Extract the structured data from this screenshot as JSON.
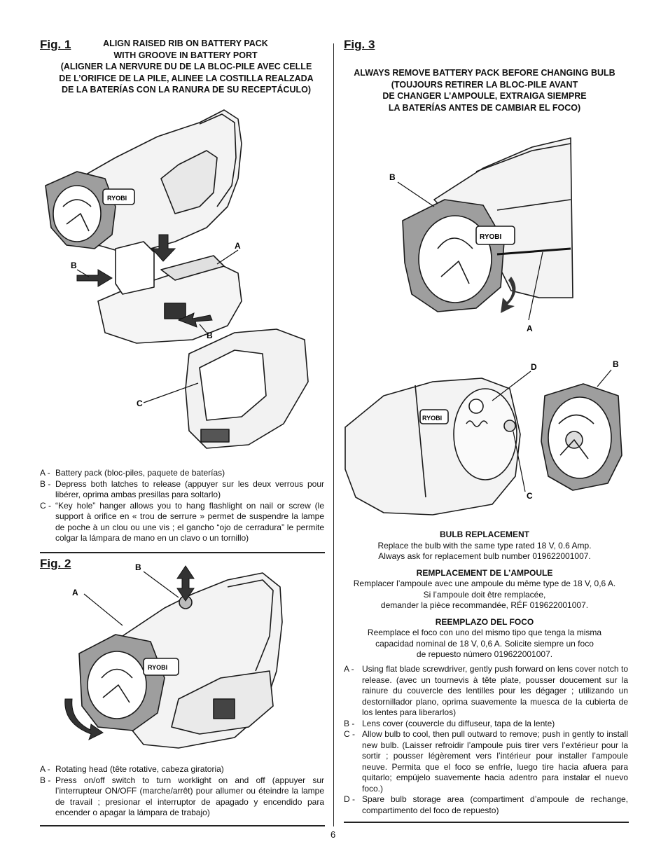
{
  "fig1": {
    "label": "Fig. 1",
    "heading_en_1": "ALIGN RAISED RIB ON BATTERY PACK",
    "heading_en_2": "WITH GROOVE IN BATTERY PORT",
    "heading_fr_es_1": "(ALIGNER LA NERVURE DU DE LA BLOC-PILE AVEC CELLE",
    "heading_fr_es_2": "DE L’ORIFICE DE LA PILE, ALINEE LA COSTILLA REALZADA",
    "heading_fr_es_3": "DE LA BATERÍAS CON LA RANURA DE SU RECEPTÁCULO)",
    "callouts": [
      "A",
      "B",
      "B",
      "C"
    ],
    "brand": "RYOBI",
    "items": [
      {
        "key": "A -",
        "text": "Battery pack (bloc-piles, paquete de baterías)"
      },
      {
        "key": "B -",
        "text": "Depress both latches to release (appuyer sur les deux verrous pour libérer, oprima ambas presillas para soltarlo)"
      },
      {
        "key": "C -",
        "text": "“Key hole” hanger allows you to hang flashlight on nail or screw (le support à orifice en « trou de serrure » permet de suspendre la lampe de poche à un clou ou une vis ; el gancho “ojo de cerradura” le permite colgar la lámpara de mano en un clavo o un tornillo)"
      }
    ]
  },
  "fig2": {
    "label": "Fig. 2",
    "callouts": [
      "A",
      "B"
    ],
    "brand": "RYOBI",
    "items": [
      {
        "key": "A -",
        "text": "Rotating head (tête rotative, cabeza giratoria)"
      },
      {
        "key": "B -",
        "text": "Press on/off switch to turn worklight on and off (appuyer sur l’interrupteur ON/OFF (marche/arrêt) pour allumer ou éteindre la lampe de travail ; presionar el interruptor de apagado y encendido para encender o apagar la lámpara de trabajo)"
      }
    ]
  },
  "fig3": {
    "label": "Fig. 3",
    "heading_1": "ALWAYS REMOVE BATTERY PACK BEFORE CHANGING BULB",
    "heading_2": "(TOUJOURS RETIRER LA BLOC-PILE AVANT",
    "heading_3": "DE CHANGER L’AMPOULE, EXTRAIGA SIEMPRE",
    "heading_4": "LA BATERÍAS ANTES DE CAMBIAR EL FOCO)",
    "callouts_top": [
      "B",
      "A"
    ],
    "callouts_bottom": [
      "D",
      "B",
      "C"
    ],
    "brand": "RYOBI",
    "bulb_en_title": "BULB REPLACEMENT",
    "bulb_en_1": "Replace the bulb with the same type rated 18 V, 0.6 Amp.",
    "bulb_en_2": "Always ask for replacement bulb number 019622001007.",
    "bulb_fr_title": "REMPLACEMENT DE L’AMPOULE",
    "bulb_fr_1": "Remplacer l’ampoule avec une ampoule du même  type de 18 V, 0,6 A.",
    "bulb_fr_2": "Si l’ampoule doit être remplacée,",
    "bulb_fr_3": "demander la pièce recommandée, RÉF 019622001007.",
    "bulb_es_title": "REEMPLAZO DEL FOCO",
    "bulb_es_1": "Reemplace el foco con uno del mismo tipo que tenga la misma",
    "bulb_es_2": "capacidad nominal de 18 V, 0,6 A. Solicite siempre un foco",
    "bulb_es_3": "de repuesto número 019622001007.",
    "items": [
      {
        "key": "A -",
        "text": "Using flat blade screwdriver, gently push forward on lens cover notch to release. (avec un tournevis à tête plate, pousser doucement sur la rainure du couvercle des lentilles pour les dégager ; utilizando un destornillador plano, oprima suavemente la muesca de la cubierta de los lentes para liberarlos)"
      },
      {
        "key": "B -",
        "text": "Lens cover (couvercle du diffuseur, tapa de la lente)"
      },
      {
        "key": "C -",
        "text": "Allow bulb to cool, then pull outward to remove; push in gently to install new bulb. (Laisser refroidir l’ampoule puis tirer vers l’extérieur pour la sortir ; pousser légèrement vers l’intérieur pour installer l’ampoule neuve. Permita que el foco se enfríe, luego tire hacia afuera para quitarlo; empújelo suavemente hacia adentro para instalar el nuevo foco.)"
      },
      {
        "key": "D -",
        "text": "Spare bulb storage area (compartiment d’ampoule de rechange, compartimento del foco de repuesto)"
      }
    ]
  },
  "page_number": "6"
}
